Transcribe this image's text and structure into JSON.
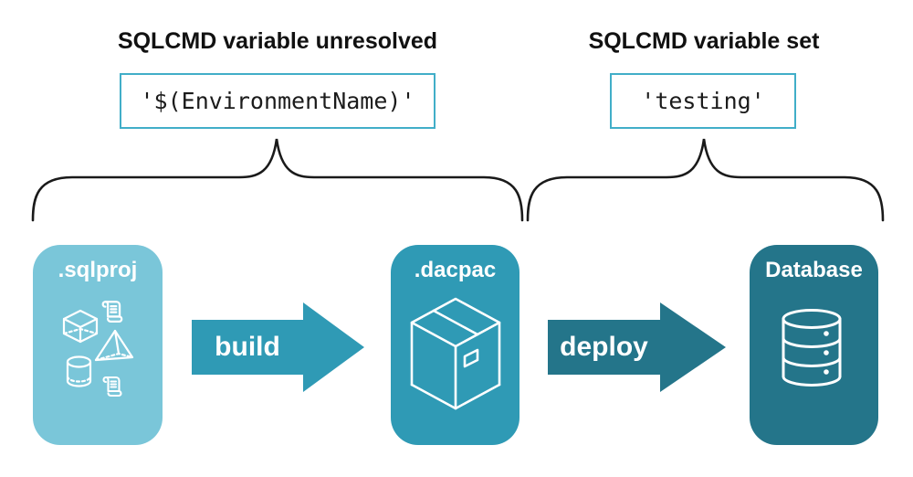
{
  "annotations": {
    "left": {
      "heading": "SQLCMD variable unresolved",
      "code": "'$(EnvironmentName)'"
    },
    "right": {
      "heading": "SQLCMD variable set",
      "code": "'testing'"
    }
  },
  "pipeline": {
    "nodes": [
      {
        "label": ".sqlproj",
        "icon": "sql-objects-icon",
        "color": "#7AC6D9"
      },
      {
        "label": ".dacpac",
        "icon": "package-icon",
        "color": "#2F9AB5"
      },
      {
        "label": "Database",
        "icon": "database-icon",
        "color": "#24758A"
      }
    ],
    "arrows": [
      {
        "label": "build",
        "color": "#2F9AB5"
      },
      {
        "label": "deploy",
        "color": "#24758A"
      }
    ]
  },
  "colors": {
    "code_box_border": "#41AEC8",
    "brace_stroke": "#1a1a1a",
    "heading_text": "#111111",
    "icon_stroke": "#ffffff"
  }
}
